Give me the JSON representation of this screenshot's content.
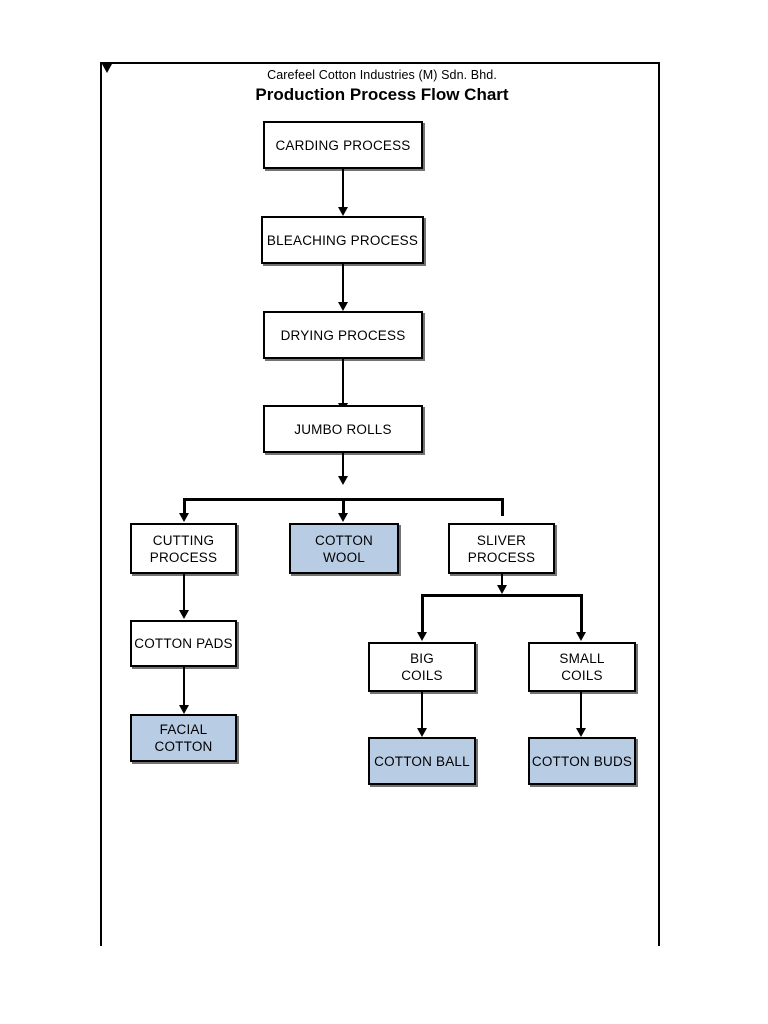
{
  "document": {
    "company_name": "Carefeel Cotton Industries (M) Sdn. Bhd.",
    "title": "Production Process Flow Chart"
  },
  "colors": {
    "node_fill_default": "#ffffff",
    "node_fill_highlight": "#b8cce4",
    "border": "#000000",
    "page_background": "#ffffff"
  },
  "flowchart": {
    "type": "flowchart",
    "orientation": "top-down",
    "nodes": [
      {
        "id": "carding",
        "label": "CARDING PROCESS",
        "highlight": false
      },
      {
        "id": "bleaching",
        "label": "BLEACHING PROCESS",
        "highlight": false
      },
      {
        "id": "drying",
        "label": "DRYING   PROCESS",
        "highlight": false
      },
      {
        "id": "jumbo",
        "label": "JUMBO ROLLS",
        "highlight": false
      },
      {
        "id": "cutting",
        "label": "CUTTING\nPROCESS",
        "highlight": false
      },
      {
        "id": "cottonwool",
        "label": "COTTON\nWOOL",
        "highlight": true
      },
      {
        "id": "sliver",
        "label": "SLIVER\nPROCESS",
        "highlight": false
      },
      {
        "id": "cottonpads",
        "label": "COTTON PADS",
        "highlight": false
      },
      {
        "id": "facialcotton",
        "label": "FACIAL\nCOTTON",
        "highlight": true
      },
      {
        "id": "bigcoils",
        "label": "BIG\nCOILS",
        "highlight": false
      },
      {
        "id": "smallcoils",
        "label": "SMALL\nCOILS",
        "highlight": false
      },
      {
        "id": "cottonball",
        "label": "COTTON BALL",
        "highlight": true
      },
      {
        "id": "cottonbuds",
        "label": "COTTON BUDS",
        "highlight": true
      }
    ],
    "edges": [
      {
        "from": "carding",
        "to": "bleaching"
      },
      {
        "from": "bleaching",
        "to": "drying"
      },
      {
        "from": "drying",
        "to": "jumbo"
      },
      {
        "from": "jumbo",
        "to": "cutting"
      },
      {
        "from": "jumbo",
        "to": "cottonwool"
      },
      {
        "from": "jumbo",
        "to": "sliver"
      },
      {
        "from": "cutting",
        "to": "cottonpads"
      },
      {
        "from": "cottonpads",
        "to": "facialcotton"
      },
      {
        "from": "sliver",
        "to": "bigcoils"
      },
      {
        "from": "sliver",
        "to": "smallcoils"
      },
      {
        "from": "bigcoils",
        "to": "cottonball"
      },
      {
        "from": "smallcoils",
        "to": "cottonbuds"
      }
    ]
  }
}
